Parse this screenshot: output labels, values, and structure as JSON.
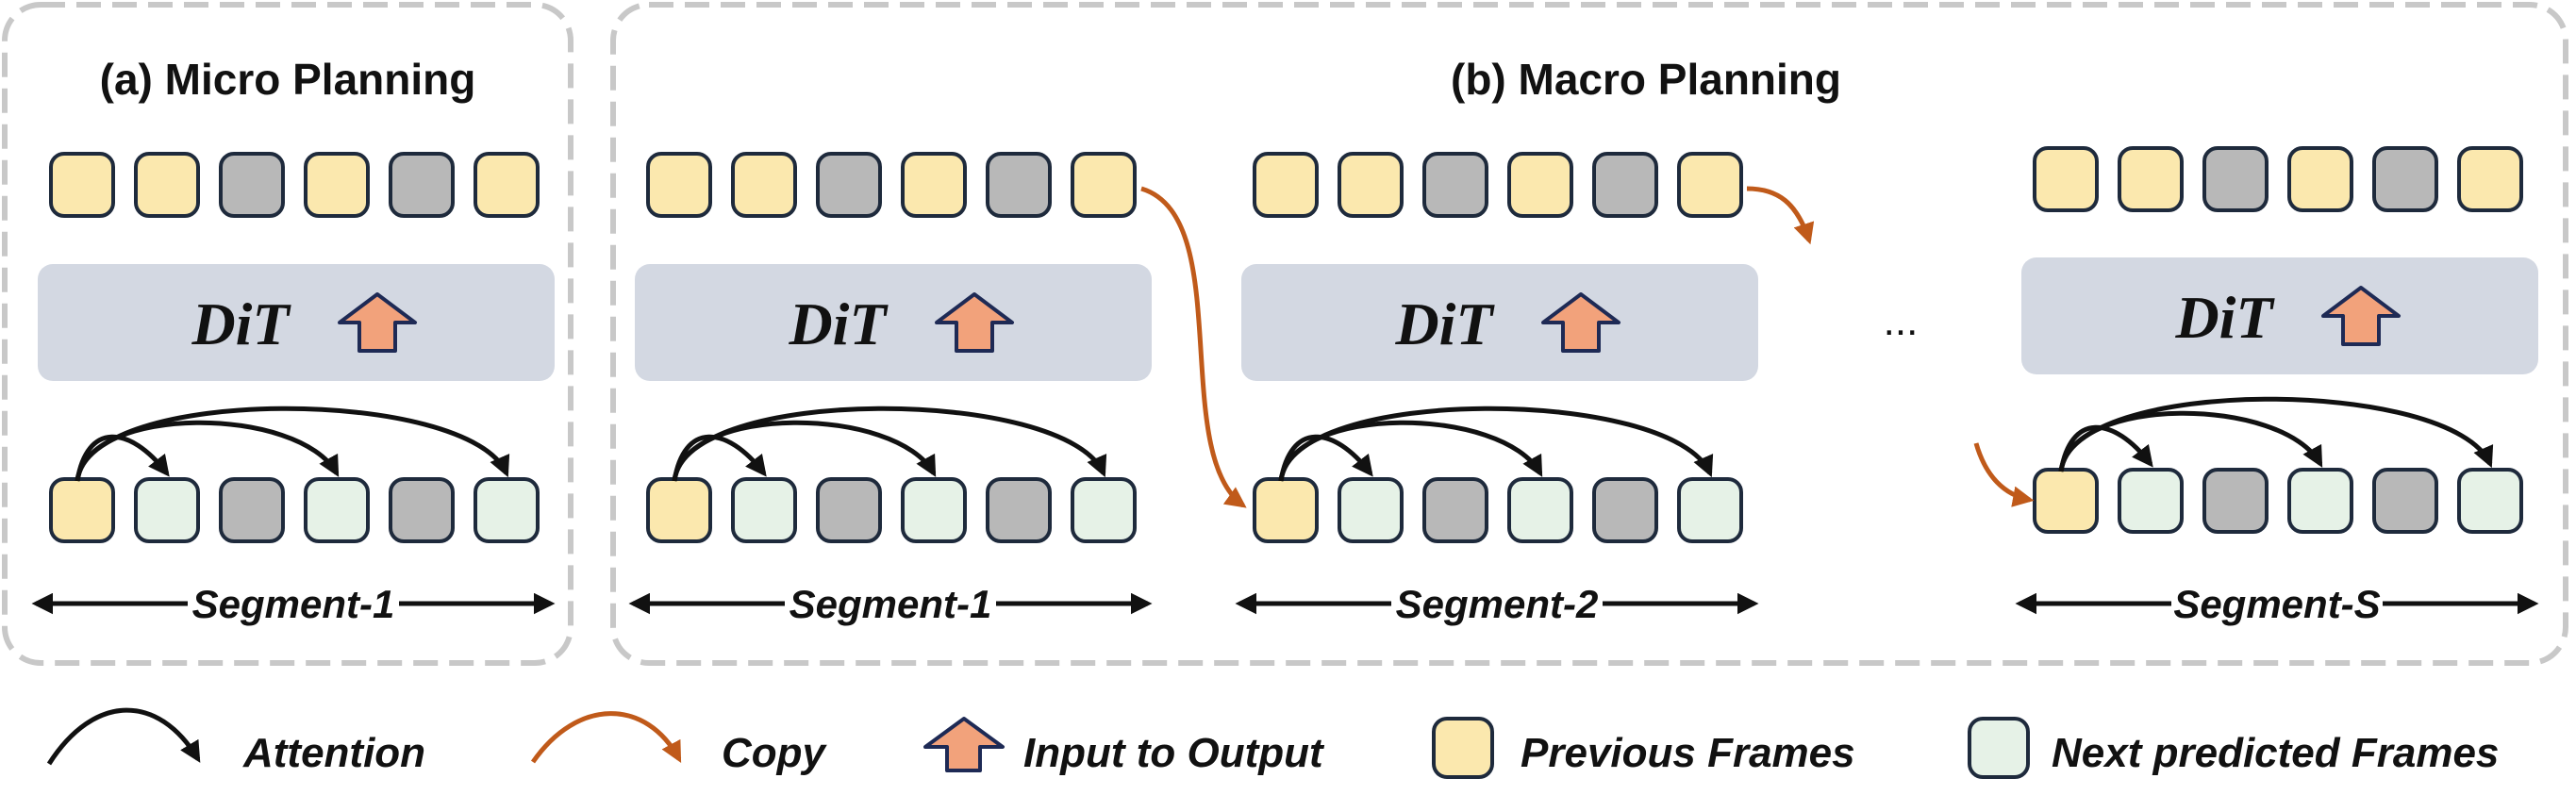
{
  "colors": {
    "previous_frame_fill": "#FBE8AE",
    "predicted_frame_fill": "#E6F2E7",
    "masked_frame_fill": "#B8B8B8",
    "frame_stroke": "#1E2A3C",
    "dit_block_fill": "#D3D8E2",
    "up_arrow_fill": "#F2A27B",
    "up_arrow_stroke": "#1E2A55",
    "attention_arrow": "#111111",
    "copy_arrow": "#C05A1A",
    "panel_border": "#C8C8C8"
  },
  "panels": {
    "micro": {
      "title": "(a) Micro Planning"
    },
    "macro": {
      "title": "(b) Macro Planning"
    }
  },
  "blocks": [
    {
      "label": "DiT",
      "top_frames": [
        "previous",
        "previous",
        "masked",
        "previous",
        "masked",
        "previous"
      ],
      "bottom_frames": [
        "previous",
        "predicted",
        "masked",
        "predicted",
        "masked",
        "predicted"
      ],
      "segment_label": "Segment-1"
    },
    {
      "label": "DiT",
      "top_frames": [
        "previous",
        "previous",
        "masked",
        "previous",
        "masked",
        "previous"
      ],
      "bottom_frames": [
        "previous",
        "predicted",
        "masked",
        "predicted",
        "masked",
        "predicted"
      ],
      "segment_label": "Segment-1"
    },
    {
      "label": "DiT",
      "top_frames": [
        "previous",
        "previous",
        "masked",
        "previous",
        "masked",
        "previous"
      ],
      "bottom_frames": [
        "previous",
        "predicted",
        "masked",
        "predicted",
        "masked",
        "predicted"
      ],
      "segment_label": "Segment-2"
    },
    {
      "label": "DiT",
      "top_frames": [
        "previous",
        "previous",
        "masked",
        "previous",
        "masked",
        "previous"
      ],
      "bottom_frames": [
        "previous",
        "predicted",
        "masked",
        "predicted",
        "masked",
        "predicted"
      ],
      "segment_label": "Segment-S"
    }
  ],
  "ellipsis": "...",
  "legend": {
    "attention": "Attention",
    "copy": "Copy",
    "input_to_output": "Input to Output",
    "previous_frames": "Previous Frames",
    "next_predicted_frames": "Next predicted Frames"
  }
}
